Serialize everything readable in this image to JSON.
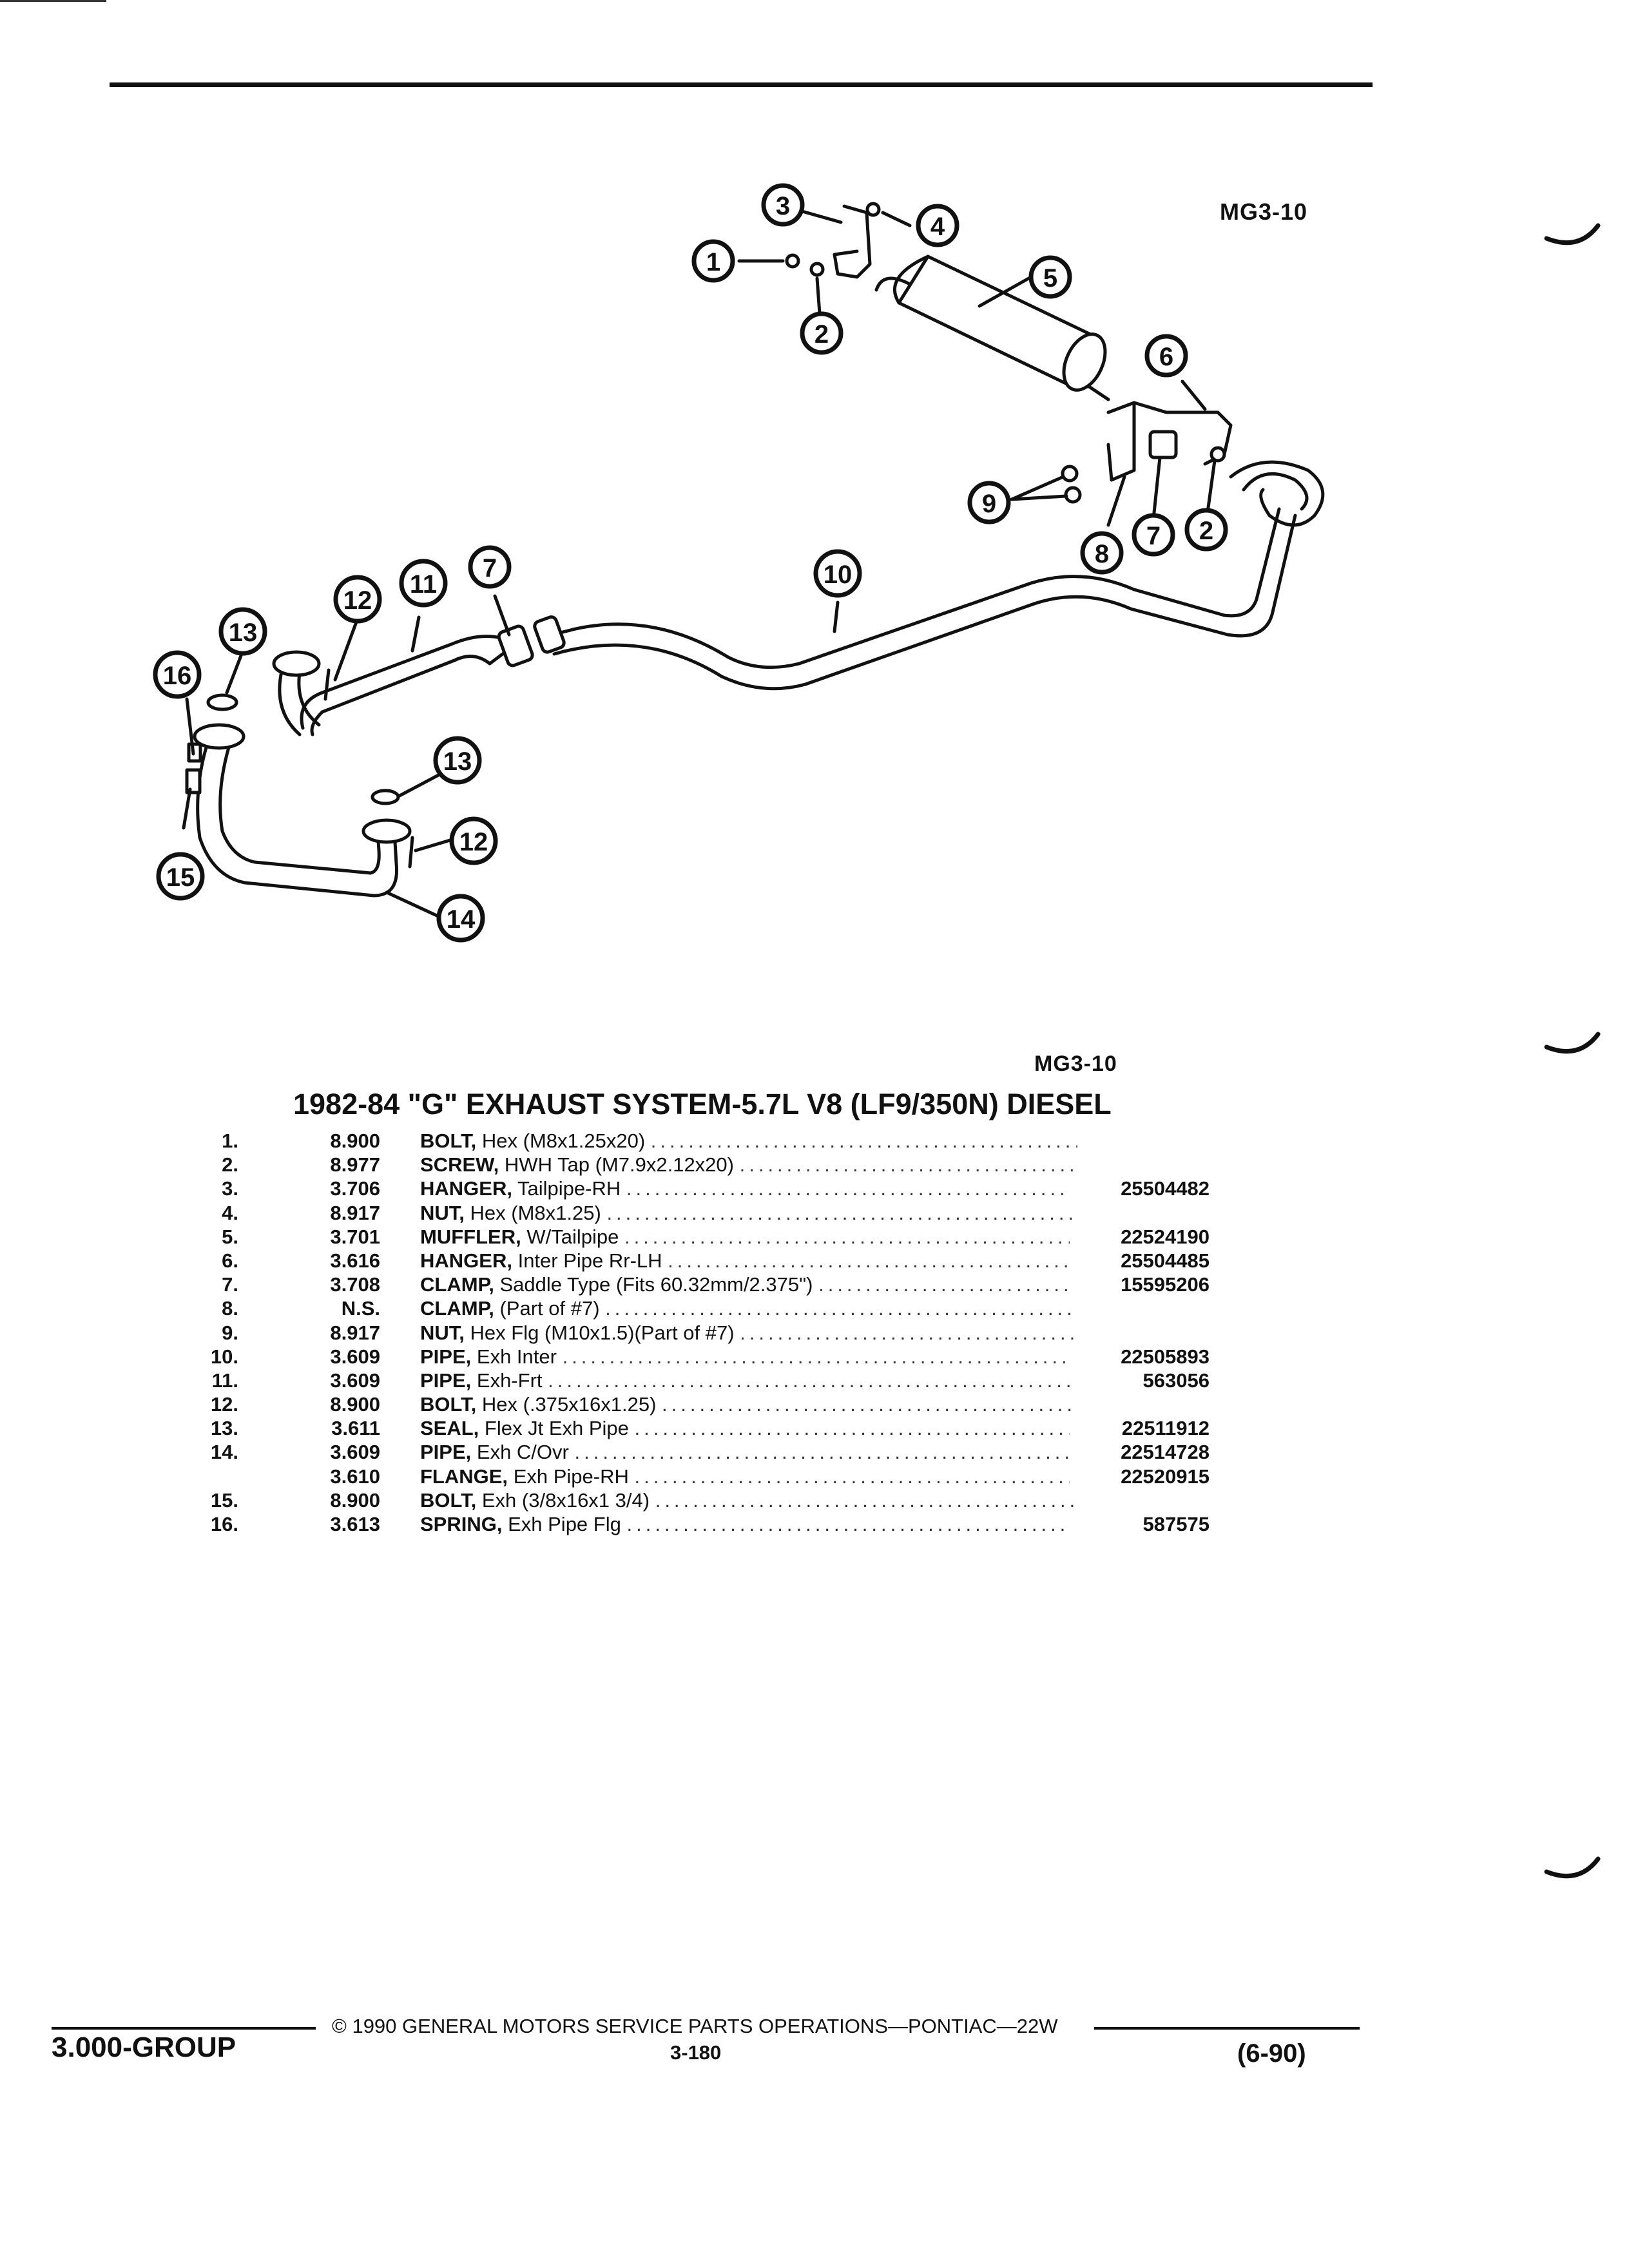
{
  "figure_code_top": "MG3-10",
  "figure_code_bottom": "MG3-10",
  "title": "1982-84 \"G\" EXHAUST SYSTEM-5.7L V8 (LF9/350N) DIESEL",
  "callouts": [
    "1",
    "2",
    "3",
    "4",
    "5",
    "6",
    "7",
    "8",
    "9",
    "10",
    "11",
    "12",
    "13",
    "14",
    "15",
    "16"
  ],
  "parts": [
    {
      "item": "1.",
      "code": "8.900",
      "name": "BOLT,",
      "desc": "Hex (M8x1.25x20)",
      "part_no": ""
    },
    {
      "item": "2.",
      "code": "8.977",
      "name": "SCREW,",
      "desc": "HWH Tap (M7.9x2.12x20)",
      "part_no": ""
    },
    {
      "item": "3.",
      "code": "3.706",
      "name": "HANGER,",
      "desc": "Tailpipe-RH",
      "part_no": "25504482"
    },
    {
      "item": "4.",
      "code": "8.917",
      "name": "NUT,",
      "desc": "Hex (M8x1.25)",
      "part_no": ""
    },
    {
      "item": "5.",
      "code": "3.701",
      "name": "MUFFLER,",
      "desc": "W/Tailpipe",
      "part_no": "22524190"
    },
    {
      "item": "6.",
      "code": "3.616",
      "name": "HANGER,",
      "desc": "Inter Pipe Rr-LH",
      "part_no": "25504485"
    },
    {
      "item": "7.",
      "code": "3.708",
      "name": "CLAMP,",
      "desc": "Saddle Type (Fits 60.32mm/2.375\")",
      "part_no": "15595206"
    },
    {
      "item": "8.",
      "code": "N.S.",
      "name": "CLAMP,",
      "desc": "(Part of #7)",
      "part_no": ""
    },
    {
      "item": "9.",
      "code": "8.917",
      "name": "NUT,",
      "desc": "Hex Flg (M10x1.5)(Part of #7)",
      "part_no": ""
    },
    {
      "item": "10.",
      "code": "3.609",
      "name": "PIPE,",
      "desc": "Exh Inter",
      "part_no": "22505893"
    },
    {
      "item": "11.",
      "code": "3.609",
      "name": "PIPE,",
      "desc": "Exh-Frt",
      "part_no": "563056"
    },
    {
      "item": "12.",
      "code": "8.900",
      "name": "BOLT,",
      "desc": "Hex (.375x16x1.25)",
      "part_no": ""
    },
    {
      "item": "13.",
      "code": "3.611",
      "name": "SEAL,",
      "desc": "Flex Jt Exh Pipe",
      "part_no": "22511912"
    },
    {
      "item": "14.",
      "code": "3.609",
      "name": "PIPE,",
      "desc": "Exh C/Ovr",
      "part_no": "22514728"
    },
    {
      "item": "",
      "code": "3.610",
      "name": "FLANGE,",
      "desc": "Exh Pipe-RH",
      "part_no": "22520915"
    },
    {
      "item": "15.",
      "code": "8.900",
      "name": "BOLT,",
      "desc": "Exh (3/8x16x1 3/4)",
      "part_no": ""
    },
    {
      "item": "16.",
      "code": "3.613",
      "name": "SPRING,",
      "desc": "Exh Pipe Flg",
      "part_no": "587575"
    }
  ],
  "footer": {
    "group": "3.000-GROUP",
    "copyright": "© 1990 GENERAL MOTORS SERVICE PARTS OPERATIONS—PONTIAC—22W",
    "page": "3-180",
    "date": "(6-90)"
  }
}
